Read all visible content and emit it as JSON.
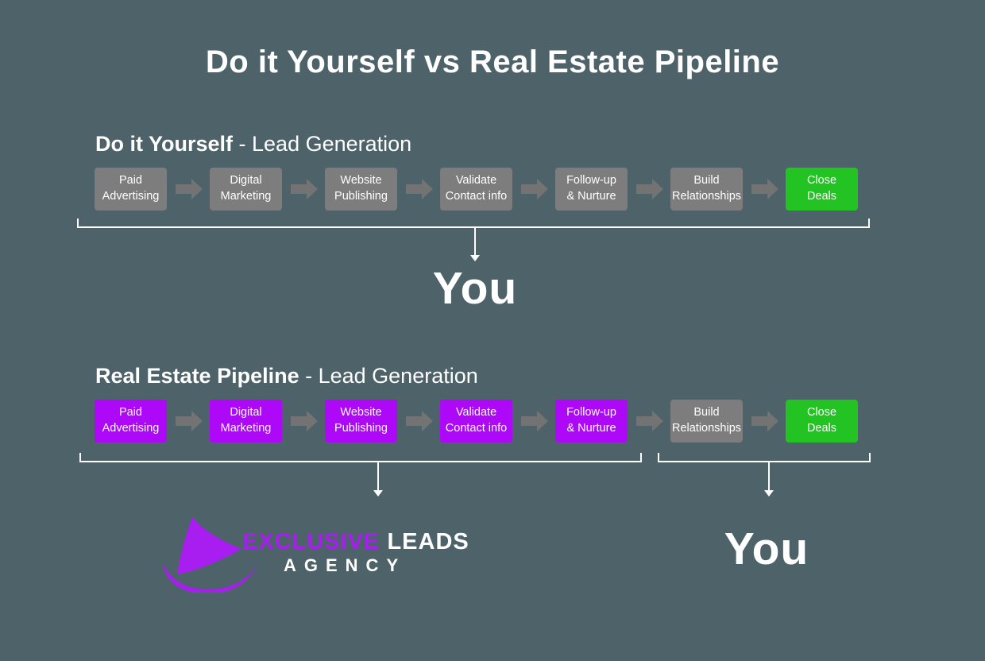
{
  "title": "Do it Yourself vs Real Estate Pipeline",
  "diy": {
    "heading_bold": "Do it Yourself",
    "heading_rest": " - Lead Generation",
    "steps": [
      "Paid\nAdvertising",
      "Digital\nMarketing",
      "Website\nPublishing",
      "Validate\nContact info",
      "Follow-up\n& Nurture",
      "Build\nRelationships",
      "Close\nDeals"
    ],
    "result": "You"
  },
  "agency": {
    "heading_bold": "Real Estate Pipeline",
    "heading_rest": " - Lead Generation",
    "steps": [
      "Paid\nAdvertising",
      "Digital\nMarketing",
      "Website\nPublishing",
      "Validate\nContact info",
      "Follow-up\n& Nurture",
      "Build\nRelationships",
      "Close\nDeals"
    ],
    "result": "You"
  },
  "logo": {
    "word1": "EXCLUSIVE",
    "word2": "LEADS",
    "word3": "AGENCY"
  },
  "colors": {
    "background": "#4d6269",
    "step_gray": "#7d7d7d",
    "arrow_gray": "#737373",
    "step_purple": "#ae08f8",
    "step_green": "#22c322",
    "logo_purple": "#a81df0",
    "text": "#ffffff"
  }
}
